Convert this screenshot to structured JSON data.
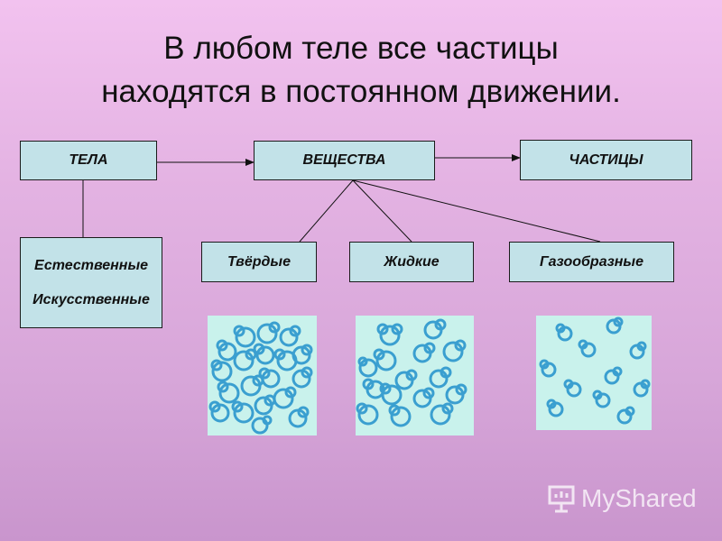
{
  "slide": {
    "title_line1": "В любом теле все частицы",
    "title_line2": "находятся в постоянном движении."
  },
  "boxes": {
    "bodies": "ТЕЛА",
    "substances": "ВЕЩЕСТВА",
    "particles": "ЧАСТИЦЫ",
    "natural": "Естественные",
    "artificial": "Искусственные",
    "solid": "Твёрдые",
    "liquid": "Жидкие",
    "gaseous": "Газообразные"
  },
  "watermark": {
    "text": "MyShared"
  },
  "colors": {
    "box_fill": "#c2e2e8",
    "molecule_stroke": "#3a9fd0",
    "picture_bg": "#c9f2ec"
  }
}
